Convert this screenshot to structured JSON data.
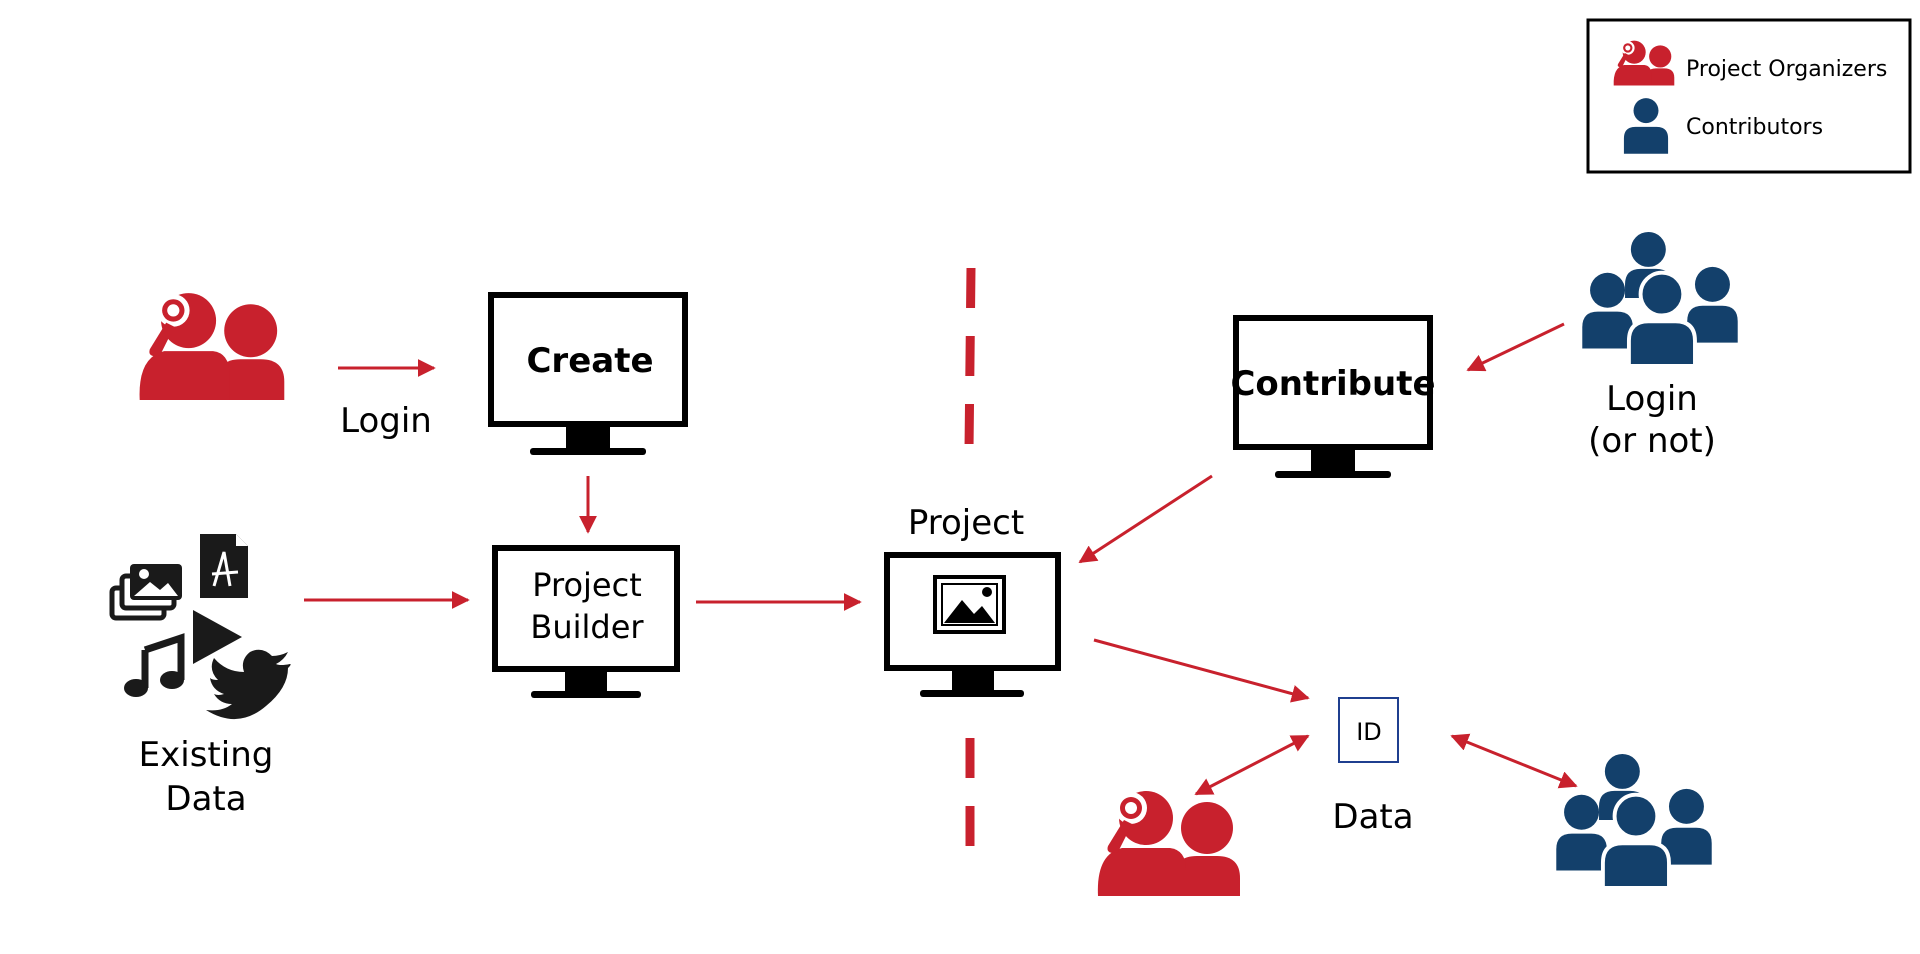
{
  "colors": {
    "organizer": "#c8212d",
    "contributor": "#13406b",
    "arrow": "#c8212d",
    "ink": "#000000",
    "id_border": "#1f3f8f"
  },
  "legend": {
    "organizers": "Project Organizers",
    "contributors": "Contributors"
  },
  "labels": {
    "login_left": "Login",
    "existing_data_line1": "Existing",
    "existing_data_line2": "Data",
    "create": "Create",
    "builder_line1": "Project",
    "builder_line2": "Builder",
    "project": "Project",
    "contribute": "Contribute",
    "login_right_line1": "Login",
    "login_right_line2": "(or not)",
    "id": "ID",
    "data": "Data"
  },
  "icons": {
    "organizer": "organizer-person-magnifier-icon",
    "contributors": "contributors-group-icon",
    "images": "image-stack-icon",
    "pdf": "pdf-file-icon",
    "play": "play-icon",
    "music": "music-note-icon",
    "twitter": "twitter-bird-icon",
    "monitor": "monitor-icon",
    "picture": "picture-icon"
  }
}
